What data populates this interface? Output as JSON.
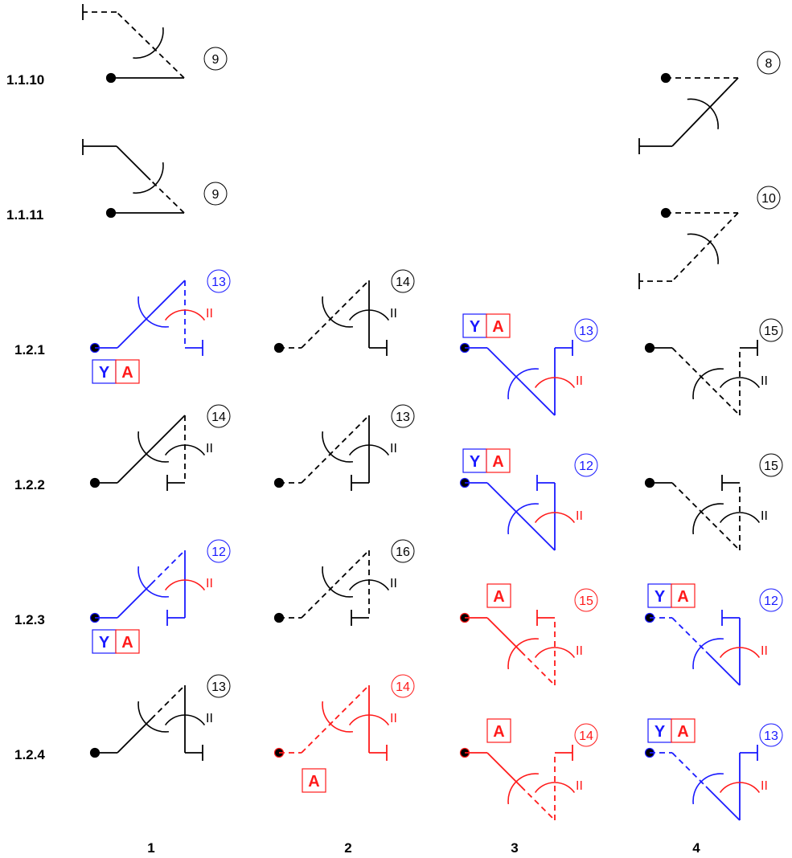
{
  "colors": {
    "black": "#000000",
    "blue": "#1a1aff",
    "red": "#ff1a1a"
  },
  "row_labels": [
    "1.1.10",
    "1.1.11",
    "1.2.1",
    "1.2.2",
    "1.2.3",
    "1.2.4"
  ],
  "column_labels": [
    "1",
    "2",
    "3",
    "4"
  ],
  "roll_mark": "II",
  "figures": [
    {
      "row": "1.1.10",
      "col": "1",
      "number": "9",
      "color": "black"
    },
    {
      "row": "1.1.10",
      "col": "4",
      "number": "8",
      "color": "black"
    },
    {
      "row": "1.1.11",
      "col": "1",
      "number": "9",
      "color": "black"
    },
    {
      "row": "1.1.11",
      "col": "4",
      "number": "10",
      "color": "black"
    },
    {
      "row": "1.2.1",
      "col": "1",
      "number": "13",
      "color": "blue",
      "badge": [
        "Y",
        "A"
      ]
    },
    {
      "row": "1.2.1",
      "col": "2",
      "number": "14",
      "color": "black"
    },
    {
      "row": "1.2.1",
      "col": "3",
      "number": "13",
      "color": "blue",
      "badge": [
        "Y",
        "A"
      ]
    },
    {
      "row": "1.2.1",
      "col": "4",
      "number": "15",
      "color": "black"
    },
    {
      "row": "1.2.2",
      "col": "1",
      "number": "14",
      "color": "black"
    },
    {
      "row": "1.2.2",
      "col": "2",
      "number": "13",
      "color": "black"
    },
    {
      "row": "1.2.2",
      "col": "3",
      "number": "12",
      "color": "blue",
      "badge": [
        "Y",
        "A"
      ]
    },
    {
      "row": "1.2.2",
      "col": "4",
      "number": "15",
      "color": "black"
    },
    {
      "row": "1.2.3",
      "col": "1",
      "number": "12",
      "color": "blue",
      "badge": [
        "Y",
        "A"
      ]
    },
    {
      "row": "1.2.3",
      "col": "2",
      "number": "16",
      "color": "black"
    },
    {
      "row": "1.2.3",
      "col": "3",
      "number": "15",
      "color": "red",
      "badge": [
        "A"
      ]
    },
    {
      "row": "1.2.3",
      "col": "4",
      "number": "12",
      "color": "blue",
      "badge": [
        "Y",
        "A"
      ]
    },
    {
      "row": "1.2.4",
      "col": "1",
      "number": "13",
      "color": "black"
    },
    {
      "row": "1.2.4",
      "col": "2",
      "number": "14",
      "color": "red",
      "badge": [
        "A"
      ]
    },
    {
      "row": "1.2.4",
      "col": "3",
      "number": "14",
      "color": "red",
      "badge": [
        "A"
      ]
    },
    {
      "row": "1.2.4",
      "col": "4",
      "number": "13",
      "color": "blue",
      "badge": [
        "Y",
        "A"
      ]
    }
  ]
}
